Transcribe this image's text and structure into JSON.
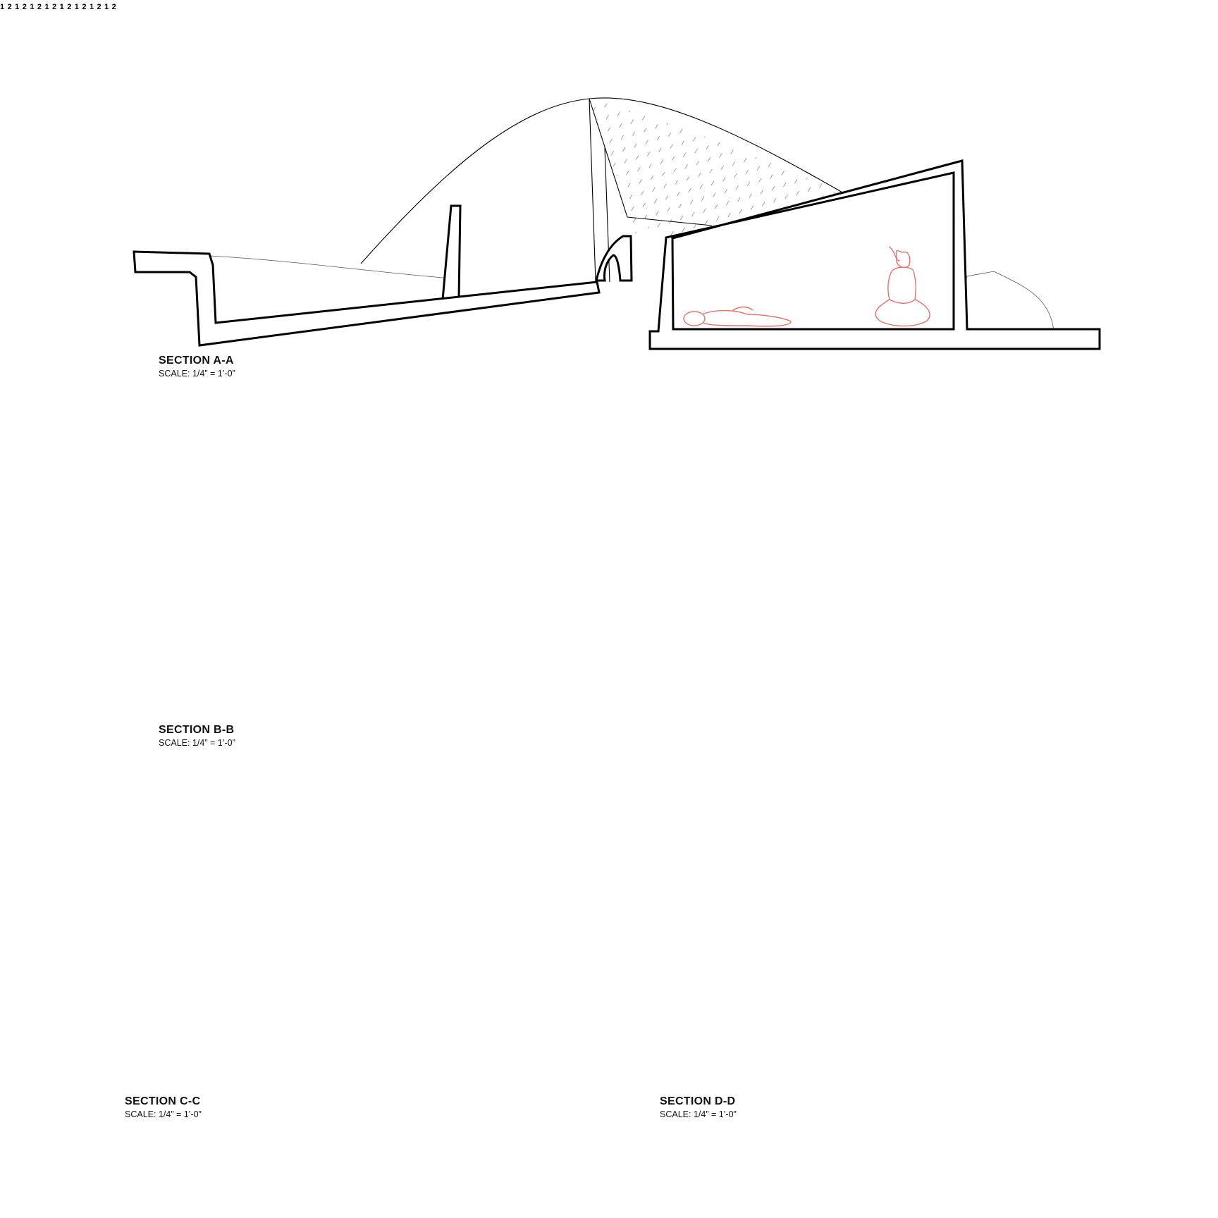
{
  "sections": [
    {
      "id": "A-A",
      "title": "SECTION A-A",
      "scale": "SCALE: 1/4” = 1’-0”"
    },
    {
      "id": "B-B",
      "title": "SECTION B-B",
      "scale": "SCALE: 1/4” = 1’-0”"
    },
    {
      "id": "C-C",
      "title": "SECTION C-C",
      "scale": "SCALE: 1/4” = 1’-0”"
    },
    {
      "id": "D-D",
      "title": "SECTION D-D",
      "scale": "SCALE: 1/4” = 1’-0”"
    }
  ],
  "level_markers": {
    "level_1": "1",
    "level_2": "2"
  },
  "colors": {
    "line": "#000000",
    "human_figures": "#e8736b",
    "ground_fill": "#dcdcdc",
    "background": "#ffffff"
  }
}
